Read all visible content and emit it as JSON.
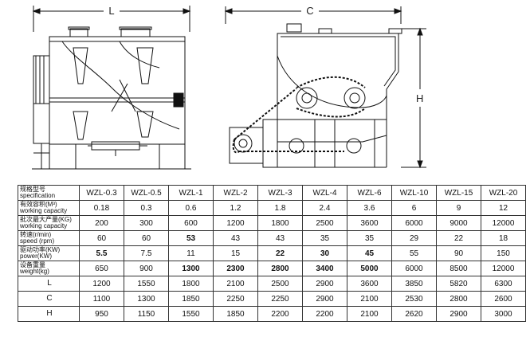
{
  "dimensions": {
    "length": "L",
    "width": "C",
    "height": "H"
  },
  "table": {
    "models_header": {
      "cn": "规格型号",
      "en": "specification"
    },
    "models": [
      "WZL-0.3",
      "WZL-0.5",
      "WZL-1",
      "WZL-2",
      "WZL-3",
      "WZL-4",
      "WZL-6",
      "WZL-10",
      "WZL-15",
      "WZL-20"
    ],
    "rows": [
      {
        "cn": "有效容积(M³)",
        "en": "working capacity",
        "values": [
          "0.18",
          "0.3",
          "0.6",
          "1.2",
          "1.8",
          "2.4",
          "3.6",
          "6",
          "9",
          "12"
        ],
        "bold": []
      },
      {
        "cn": "批次最大产量(KG)",
        "en": "working capacity",
        "values": [
          "200",
          "300",
          "600",
          "1200",
          "1800",
          "2500",
          "3600",
          "6000",
          "9000",
          "12000"
        ],
        "bold": []
      },
      {
        "cn": "转速(r/min)",
        "en": "speed (rpm)",
        "values": [
          "60",
          "60",
          "53",
          "43",
          "43",
          "35",
          "35",
          "29",
          "22",
          "18"
        ],
        "bold": [
          2
        ]
      },
      {
        "cn": "驱动功率(KW)",
        "en": "power(KW)",
        "values": [
          "5.5",
          "7.5",
          "11",
          "15",
          "22",
          "30",
          "45",
          "55",
          "90",
          "150"
        ],
        "bold": [
          0,
          4,
          5,
          6
        ]
      },
      {
        "cn": "设备重量",
        "en": "weight(kg)",
        "values": [
          "650",
          "900",
          "1300",
          "2300",
          "2800",
          "3400",
          "5000",
          "6000",
          "8500",
          "12000"
        ],
        "bold": [
          2,
          3,
          4,
          5,
          6
        ]
      },
      {
        "cn": "",
        "en": "L",
        "values": [
          "1200",
          "1550",
          "1800",
          "2100",
          "2500",
          "2900",
          "3600",
          "3850",
          "5820",
          "6300"
        ],
        "bold": []
      },
      {
        "cn": "",
        "en": "C",
        "values": [
          "1100",
          "1300",
          "1850",
          "2250",
          "2250",
          "2900",
          "2100",
          "2530",
          "2800",
          "2600"
        ],
        "bold": []
      },
      {
        "cn": "",
        "en": "H",
        "values": [
          "950",
          "1150",
          "1550",
          "1850",
          "2200",
          "2200",
          "2100",
          "2620",
          "2900",
          "3000"
        ],
        "bold": []
      }
    ]
  }
}
